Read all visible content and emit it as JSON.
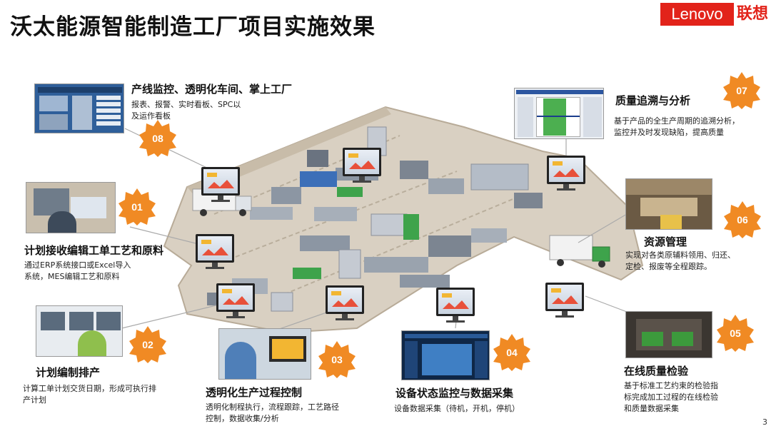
{
  "title": "沃太能源智能制造工厂项目实施效果",
  "logo": {
    "brand": "Lenovo",
    "cn": "联想"
  },
  "page_number": "3",
  "colors": {
    "accent": "#f08a24",
    "brand_red": "#e2231a",
    "floor": "#d8cfc0"
  },
  "features": [
    {
      "num": "08",
      "title": "产线监控、透明化车间、掌上工厂",
      "desc": [
        "报表、报警、实时看板、SPC以",
        "及运作看板"
      ]
    },
    {
      "num": "01",
      "title": "计划接收编辑工单工艺和原料",
      "desc": [
        "通过ERP系统接口或Excel导入",
        "系统，MES编辑工艺和原料"
      ]
    },
    {
      "num": "02",
      "title": "计划编制排产",
      "desc": [
        "计算工单计划交货日期，形成可执行排",
        "产计划"
      ]
    },
    {
      "num": "03",
      "title": "透明化生产过程控制",
      "desc": [
        "透明化制程执行，流程跟踪，工艺路径",
        "控制，数据收集/分析"
      ]
    },
    {
      "num": "04",
      "title": "设备状态监控与数据采集",
      "desc": [
        "设备数据采集（待机，开机，停机）"
      ]
    },
    {
      "num": "05",
      "title": "在线质量检验",
      "desc": [
        "基于标准工艺约束的检验指",
        "标完成加工过程的在线检验",
        "和质量数据采集"
      ]
    },
    {
      "num": "06",
      "title": "资源管理",
      "desc": [
        "实现对各类原辅料领用、归还、",
        "定检、报废等全程跟踪。"
      ]
    },
    {
      "num": "07",
      "title": "质量追溯与分析",
      "desc": [
        "基于产品的全生产周期的追溯分析，",
        "监控并及时发现缺陷，提高质量"
      ]
    }
  ]
}
